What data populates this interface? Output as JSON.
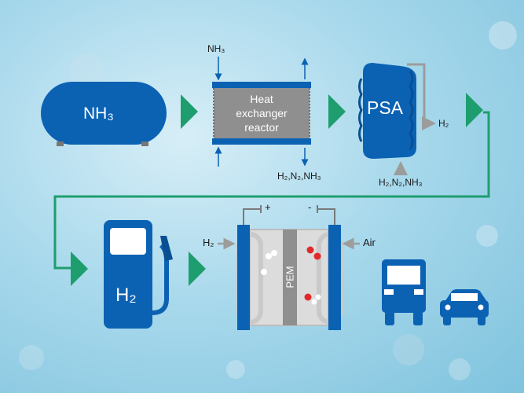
{
  "tank": {
    "label": "NH₃"
  },
  "reactor": {
    "label_lines": [
      "Heat",
      "exchanger",
      "reactor"
    ],
    "input_label": "NH₃",
    "output_label": "H₂,N₂,NH₃"
  },
  "psa": {
    "label": "PSA",
    "output_label": "H₂",
    "bottom_label": "H₂,N₂,NH₃"
  },
  "dispenser": {
    "label": "H₂"
  },
  "fuel_cell": {
    "membrane_label": "PEM",
    "h2_label": "H₂",
    "air_label": "Air",
    "plus_label": "+",
    "minus_label": "-"
  },
  "colors": {
    "blue": "#0b62b3",
    "dark_blue": "#0a4f93",
    "green": "#1e9e6e",
    "grey": "#9c9c9c",
    "reactor_grey": "#8f8f8f",
    "red": "#e02a2a"
  },
  "icons": [
    "truck-icon",
    "car-icon",
    "fuel-pump-icon",
    "nozzle-icon"
  ]
}
